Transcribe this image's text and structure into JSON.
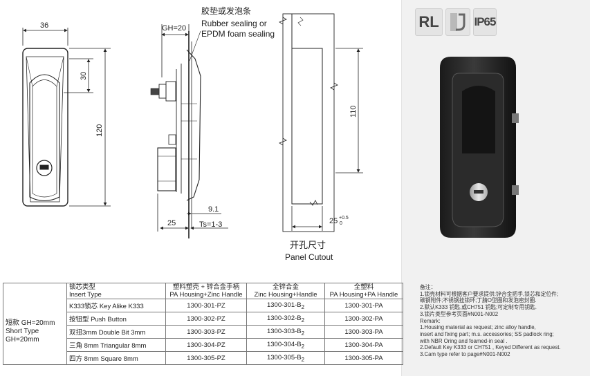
{
  "drawing": {
    "dim_width_36": "36",
    "dim_30": "30",
    "dim_120": "120",
    "dim_gh": "GH=20",
    "seal_cn": "胶垫或发泡条",
    "seal_en_1": "Rubber sealing or",
    "seal_en_2": "EPDM foam sealing",
    "dim_9_1": "9.1",
    "dim_25": "25",
    "dim_ts": "Ts=1-3",
    "dim_110": "110",
    "dim_cutout_25": "25",
    "tolerance_upper": "+0.5",
    "tolerance_lower": "0",
    "cutout_cn": "开孔尺寸",
    "cutout_en": "Panel Cutout"
  },
  "badges": {
    "rl": "RL",
    "ip": "IP65",
    "icon": "wall-hook-icon"
  },
  "table": {
    "headers": {
      "insert_cn": "锁芯类型",
      "insert_en": "Insert Type",
      "pa_zinc_cn": "塑料塑壳 + 锌合金手柄",
      "pa_zinc_en": "PA Housing+Zinc Handle",
      "zinc_cn": "全锌合金",
      "zinc_en": "Zinc Housing+Handle",
      "pa_cn": "全塑料",
      "pa_en": "PA Housing+PA Handle"
    },
    "variant_line1": "短款 GH=20mm",
    "variant_line2": "Short Type",
    "variant_line3": "GH=20mm",
    "rows": [
      {
        "insert": "K333锁芯 Key Alike K333",
        "pa_zinc": "1300-301-PZ",
        "zinc": "1300-301-B",
        "pa": "1300-301-PA"
      },
      {
        "insert": "按钮型 Push Button",
        "pa_zinc": "1300-302-PZ",
        "zinc": "1300-302-B",
        "pa": "1300-302-PA"
      },
      {
        "insert": "双扭3mm Double Bit 3mm",
        "pa_zinc": "1300-303-PZ",
        "zinc": "1300-303-B",
        "pa": "1300-303-PA"
      },
      {
        "insert": "三角 8mm Triangular 8mm",
        "pa_zinc": "1300-304-PZ",
        "zinc": "1300-304-B",
        "pa": "1300-304-PA"
      },
      {
        "insert": "四方 8mm Square 8mm",
        "pa_zinc": "1300-305-PZ",
        "zinc": "1300-305-B",
        "pa": "1300-305-PA"
      }
    ],
    "zinc_subscript": "2"
  },
  "remarks": {
    "title": "备注：",
    "cn": [
      "1.锁壳材料可根据客户要求提供:锌合金把手,锁芯和定位件;",
      "碳钢附件;不锈钢挂锁环;丁腈O型圈和发泡密封圈.",
      "2.默认K333 钥匙,或CH751 钥匙;可定制专用钥匙.",
      "3.锁片类型参考页面#N001-N002"
    ],
    "en_title": "Remark:",
    "en": [
      "1.Housing material as request; zinc alloy handle,",
      "insert and fixing part;  m.s. accessories; SS padlock ring;",
      "with NBR Oring and foamed-in seal .",
      "2.Default Key K333 or CH751 , Keyed Different as request.",
      "3.Cam type refer to page#N001-N002"
    ]
  }
}
